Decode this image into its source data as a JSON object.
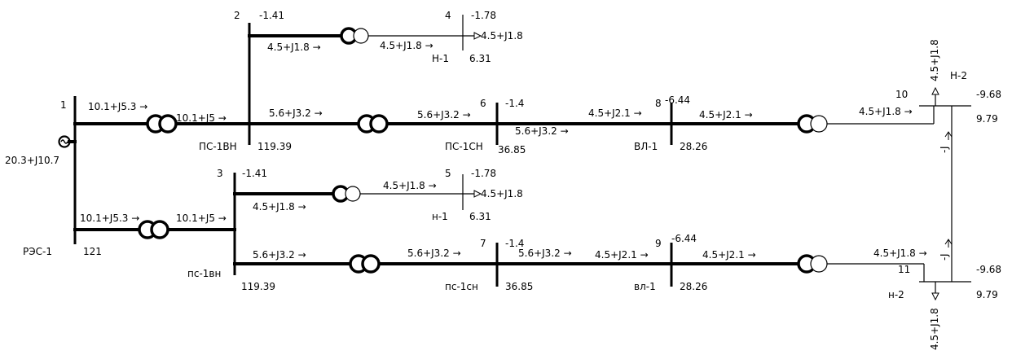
{
  "diagram": {
    "source": {
      "name": "РЭС-1",
      "voltage": "121",
      "node": "1",
      "power": "20.3+J10.7"
    },
    "flows": {
      "src_top": "10.1+J5.3",
      "src_top_tr": "10.1+J5",
      "src_bot": "10.1+J5.3",
      "src_bot_tr": "10.1+J5",
      "b2_branch": "4.5+J1.8",
      "b2_after_tr": "4.5+J1.8",
      "b3_branch": "4.5+J1.8",
      "b3_after_tr": "4.5+J1.8",
      "top_mid": "5.6+J3.2",
      "top_mid_tr": "5.6+J3.2",
      "top_line": "5.6+J3.2",
      "top_vl": "4.5+J2.1",
      "top_vl_out": "4.5+J2.1",
      "top_end": "4.5+J1.8",
      "bot_mid": "5.6+J3.2",
      "bot_mid_tr": "5.6+J3.2",
      "bot_line": "5.6+J3.2",
      "bot_vl": "4.5+J2.1",
      "bot_vl_out": "4.5+J2.1",
      "bot_end": "4.5+J1.8",
      "tie_top": "-J",
      "tie_bot": "-J",
      "n2_top_vert": "4.5+J1.8",
      "n2_bot_vert": "4.5+J1.8"
    },
    "buses": {
      "b1": {
        "node": "1"
      },
      "b2": {
        "node": "2",
        "angle": "-1.41",
        "name": "ПС-1ВН",
        "voltage": "119.39"
      },
      "b3": {
        "node": "3",
        "angle": "-1.41",
        "name": "пс-1вн",
        "voltage": "119.39"
      },
      "b4": {
        "node": "4",
        "angle": "-1.78",
        "name": "Н-1",
        "voltage": "6.31",
        "load": "4.5+J1.8"
      },
      "b5": {
        "node": "5",
        "angle": "-1.78",
        "name": "н-1",
        "voltage": "6.31",
        "load": "4.5+J1.8"
      },
      "b6": {
        "node": "6",
        "angle": "-1.4",
        "name": "ПС-1СН",
        "voltage": "36.85"
      },
      "b7": {
        "node": "7",
        "angle": "-1.4",
        "name": "пс-1сн",
        "voltage": "36.85"
      },
      "b8": {
        "node": "8",
        "angle": "-6.44",
        "name": "ВЛ-1",
        "voltage": "28.26"
      },
      "b9": {
        "node": "9",
        "angle": "-6.44",
        "name": "вл-1",
        "voltage": "28.26"
      },
      "b10": {
        "node": "10",
        "angle": "-9.68",
        "name": "Н-2",
        "voltage": "9.79"
      },
      "b11": {
        "node": "11",
        "angle": "-9.68",
        "name": "н-2",
        "voltage": "9.79"
      }
    }
  }
}
